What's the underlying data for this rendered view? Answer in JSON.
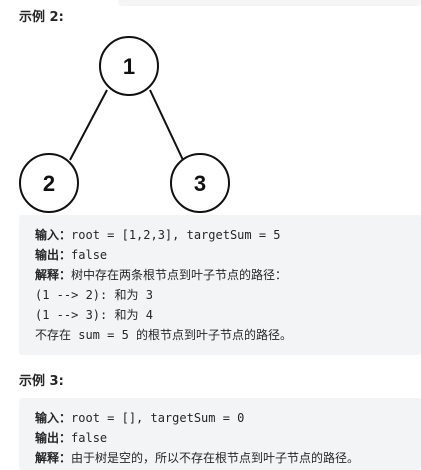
{
  "example2": {
    "heading": "示例 2:",
    "tree": {
      "nodes": [
        "1",
        "2",
        "3"
      ]
    },
    "input_label": "输入：",
    "input_value": "root = [1,2,3], targetSum = 5",
    "output_label": "输出：",
    "output_value": "false",
    "explain_label": "解释：",
    "explain_value": "树中存在两条根节点到叶子节点的路径：",
    "path1": "(1 --> 2): 和为 3",
    "path2": "(1 --> 3): 和为 4",
    "conclusion": "不存在 sum = 5 的根节点到叶子节点的路径。"
  },
  "example3": {
    "heading": "示例 3:",
    "input_label": "输入：",
    "input_value": "root = [], targetSum = 0",
    "output_label": "输出：",
    "output_value": "false",
    "explain_label": "解释：",
    "explain_value": "由于树是空的，所以不存在根节点到叶子节点的路径。"
  }
}
